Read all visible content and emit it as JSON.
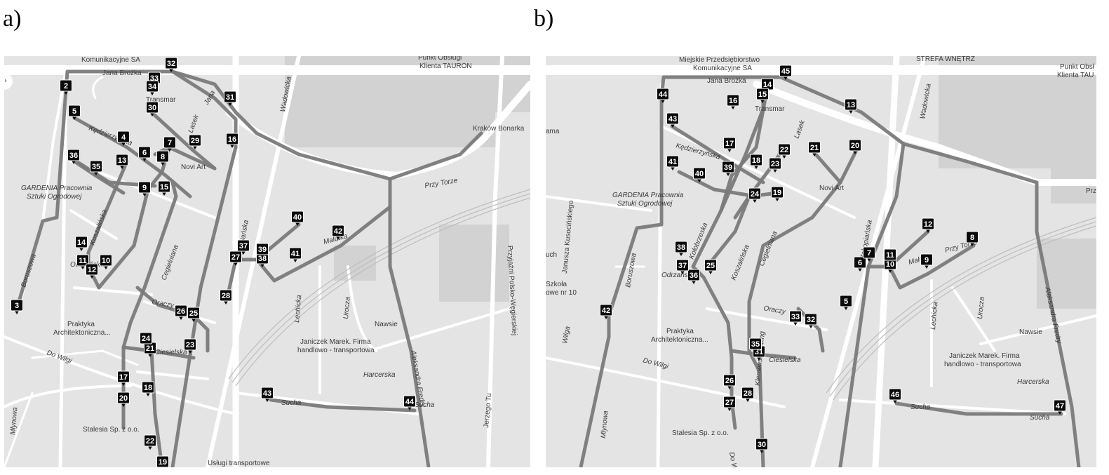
{
  "panels": [
    {
      "id": "a",
      "label": "a)",
      "place_labels": [
        {
          "text": "Komunikacyjne SA"
        },
        {
          "text": "Punkt Obsługi"
        },
        {
          "text": "Klienta TAURON"
        },
        {
          "text": "Jana Brożka"
        },
        {
          "text": "Transmar"
        },
        {
          "text": "Wadowicka"
        },
        {
          "text": "Kraków Bonarka"
        },
        {
          "text": "Lasek"
        },
        {
          "text": "Jana"
        },
        {
          "text": "Novi Art"
        },
        {
          "text": "Przy Torze"
        },
        {
          "text": "GARDENIA Pracownia"
        },
        {
          "text": "Sztuki Ogrodowej"
        },
        {
          "text": "Kędzierzyńska"
        },
        {
          "text": "Koszalińska"
        },
        {
          "text": "Cegielniana"
        },
        {
          "text": "Zakopiańska"
        },
        {
          "text": "Odrzańska"
        },
        {
          "text": "Boruszowa"
        },
        {
          "text": "Oraczy"
        },
        {
          "text": "Praktyka"
        },
        {
          "text": "Architektoniczna..."
        },
        {
          "text": "Ciesielska"
        },
        {
          "text": "Do Wilgi"
        },
        {
          "text": "Mlynowa"
        },
        {
          "text": "Stalesia Sp. z o.o."
        },
        {
          "text": "Usługi transportowe"
        },
        {
          "text": "Malutka"
        },
        {
          "text": "Lechicka"
        },
        {
          "text": "Urocza"
        },
        {
          "text": "Nawsie"
        },
        {
          "text": "Janiczek Marek. Firma"
        },
        {
          "text": "handlowo - transportowa"
        },
        {
          "text": "Harcerska"
        },
        {
          "text": "Sucha"
        },
        {
          "text": "Aleksandra Fredry"
        },
        {
          "text": "Przyjaźni Polsko-Węgierskiej"
        },
        {
          "text": "Jerzego Tu"
        },
        {
          "text": "Kędzierzyńska"
        }
      ],
      "markers": [
        "2",
        "3",
        "4",
        "5",
        "6",
        "7",
        "8",
        "9",
        "10",
        "11",
        "12",
        "13",
        "14",
        "15",
        "16",
        "17",
        "18",
        "19",
        "20",
        "21",
        "22",
        "23",
        "24",
        "25",
        "26",
        "27",
        "28",
        "29",
        "30",
        "31",
        "32",
        "33",
        "34",
        "35",
        "36",
        "37",
        "38",
        "39",
        "40",
        "41",
        "42",
        "43",
        "44"
      ]
    },
    {
      "id": "b",
      "label": "b)",
      "place_labels": [
        {
          "text": "Miejskie Przedsiębiorstwo"
        },
        {
          "text": "Komunikacyjne SA"
        },
        {
          "text": "STREFA WNĘTRZ"
        },
        {
          "text": "Punkt Obsł"
        },
        {
          "text": "Klienta TAU"
        },
        {
          "text": "Jana Brożka"
        },
        {
          "text": "Transmar"
        },
        {
          "text": "Wadowicka"
        },
        {
          "text": "Lasek"
        },
        {
          "text": "Kędzierzyńska"
        },
        {
          "text": "Novi Art"
        },
        {
          "text": "GARDENIA Pracownia"
        },
        {
          "text": "Sztuki Ogrodowej"
        },
        {
          "text": "Janusza Kusocińskiego"
        },
        {
          "text": "Kołobrzeska"
        },
        {
          "text": "Koszalińska"
        },
        {
          "text": "Cegielniana"
        },
        {
          "text": "Zakopiańska"
        },
        {
          "text": "Boruszowa"
        },
        {
          "text": "Odrzańska"
        },
        {
          "text": "Oraczy"
        },
        {
          "text": "Praktyka"
        },
        {
          "text": "Architektoniczna..."
        },
        {
          "text": "Ciesielska"
        },
        {
          "text": "Do Wilgi"
        },
        {
          "text": "Wilga"
        },
        {
          "text": "Mlynowa"
        },
        {
          "text": "Stalesia Sp. z o.o."
        },
        {
          "text": "Klemensa Rolling"
        },
        {
          "text": "Do W"
        },
        {
          "text": "Przy Torze"
        },
        {
          "text": "Malutka"
        },
        {
          "text": "Lechicka"
        },
        {
          "text": "Urocza"
        },
        {
          "text": "Nawsie"
        },
        {
          "text": "Janiczek Marek. Firma"
        },
        {
          "text": "handlowo - transportowa"
        },
        {
          "text": "Harcerska"
        },
        {
          "text": "Sucha"
        },
        {
          "text": "Aleksandra Fredry"
        },
        {
          "text": "Szkoła"
        },
        {
          "text": "owe nr 10"
        },
        {
          "text": "ama"
        },
        {
          "text": "uch"
        },
        {
          "text": "Przy"
        }
      ],
      "markers": [
        "5",
        "6",
        "7",
        "8",
        "9",
        "10",
        "11",
        "12",
        "13",
        "14",
        "15",
        "16",
        "17",
        "18",
        "19",
        "20",
        "21",
        "22",
        "23",
        "24",
        "25",
        "26",
        "27",
        "28",
        "30",
        "31",
        "32",
        "33",
        "35",
        "36",
        "37",
        "38",
        "39",
        "40",
        "41",
        "42",
        "43",
        "44",
        "45",
        "46",
        "47"
      ]
    }
  ]
}
